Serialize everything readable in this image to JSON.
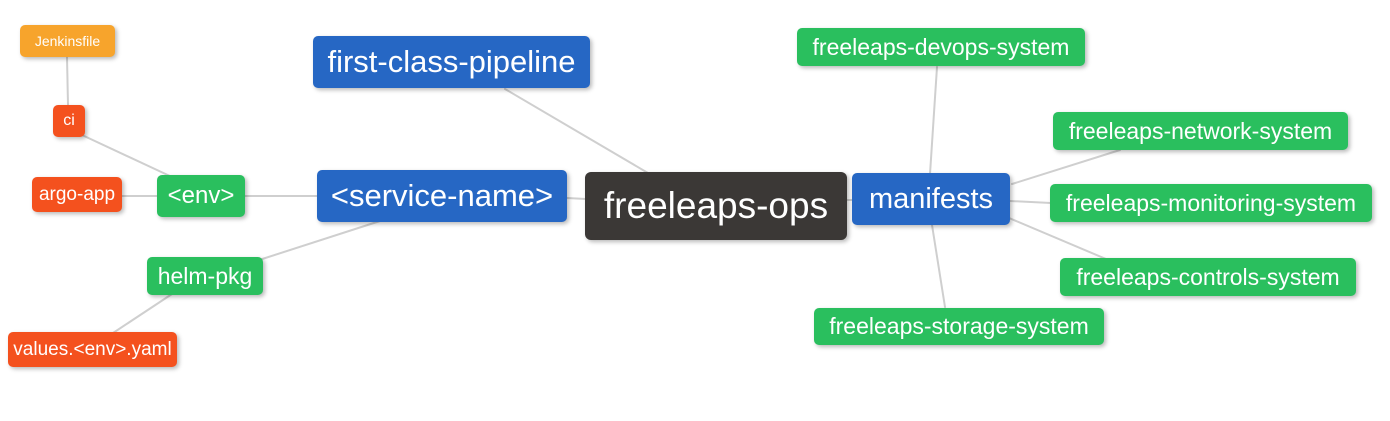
{
  "diagram": {
    "type": "mindmap",
    "root_label": "freeleaps-ops",
    "palette": {
      "root_dark": "#3b3836",
      "branch_blue": "#2667c4",
      "child_green": "#2abf5e",
      "leaf_red": "#f4511e",
      "leaf_orange": "#f7a42c",
      "connector_gray": "#cfcfcf",
      "node_text": "#ffffff",
      "background": "#ffffff"
    },
    "nodes": {
      "freeleaps_ops": {
        "label": "freeleaps-ops"
      },
      "first_class_pipeline": {
        "label": "first-class-pipeline"
      },
      "service_name": {
        "label": "<service-name>"
      },
      "manifests": {
        "label": "manifests"
      },
      "env": {
        "label": "<env>"
      },
      "helm_pkg": {
        "label": "helm-pkg"
      },
      "ci": {
        "label": "ci"
      },
      "argo_app": {
        "label": "argo-app"
      },
      "jenkinsfile": {
        "label": "Jenkinsfile"
      },
      "values_env_yaml": {
        "label": "values.<env>.yaml"
      },
      "devops_system": {
        "label": "freeleaps-devops-system"
      },
      "network_system": {
        "label": "freeleaps-network-system"
      },
      "monitoring_system": {
        "label": "freeleaps-monitoring-system"
      },
      "controls_system": {
        "label": "freeleaps-controls-system"
      },
      "storage_system": {
        "label": "freeleaps-storage-system"
      }
    },
    "edges": [
      {
        "from": "Jenkinsfile",
        "to": "ci"
      },
      {
        "from": "ci",
        "to": "<env>"
      },
      {
        "from": "argo-app",
        "to": "<env>"
      },
      {
        "from": "<env>",
        "to": "<service-name>"
      },
      {
        "from": "helm-pkg",
        "to": "<service-name>"
      },
      {
        "from": "values.<env>.yaml",
        "to": "helm-pkg"
      },
      {
        "from": "first-class-pipeline",
        "to": "freeleaps-ops"
      },
      {
        "from": "<service-name>",
        "to": "freeleaps-ops"
      },
      {
        "from": "freeleaps-ops",
        "to": "manifests"
      },
      {
        "from": "manifests",
        "to": "freeleaps-devops-system"
      },
      {
        "from": "manifests",
        "to": "freeleaps-network-system"
      },
      {
        "from": "manifests",
        "to": "freeleaps-monitoring-system"
      },
      {
        "from": "manifests",
        "to": "freeleaps-controls-system"
      },
      {
        "from": "manifests",
        "to": "freeleaps-storage-system"
      }
    ]
  }
}
